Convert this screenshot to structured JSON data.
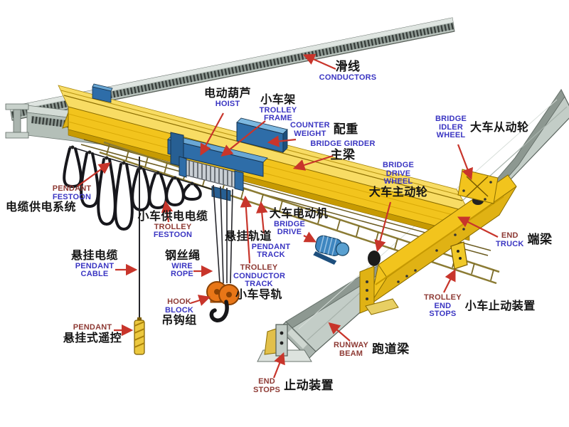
{
  "colors": {
    "c_zh": "#151515",
    "c_blue": "#3a35c2",
    "c_maroon": "#8e3a34",
    "arrow_red": "#c8352b",
    "girder_yellow": "#f2c41d",
    "beam_gray": "#c3cdc7",
    "trolley_blue": "#2e6da8",
    "hook_orange": "#e87617"
  },
  "labels": {
    "conductors": {
      "zh": "滑线",
      "en": "CONDUCTORS"
    },
    "hoist": {
      "zh": "电动葫芦",
      "en": "HOIST"
    },
    "trolley_frame": {
      "zh": "小车架",
      "en1": "TROLLEY",
      "en2": "FRAME"
    },
    "counter_weight": {
      "en1": "COUNTER",
      "en2": "WEIGHT",
      "zh": "配重"
    },
    "bridge_girder": {
      "en": "BRIDGE GIRDER",
      "zh": "主梁"
    },
    "bridge_idler_wheel": {
      "en1": "BRIDGE",
      "en2": "IDLER",
      "en3": "WHEEL",
      "zh": "大车从动轮"
    },
    "bridge_drive_wheel": {
      "en1": "BRIDGE",
      "en2": "DRIVE",
      "en3": "WHEEL",
      "zh": "大车主动轮"
    },
    "pendant_festoon": {
      "en1": "PENDANT",
      "en2": "FESTOON",
      "zh": "电缆供电系统"
    },
    "trolley_festoon": {
      "zh": "小车供电电缆",
      "en1": "TROLLEY",
      "en2": "FESTOON"
    },
    "bridge_drive": {
      "zh": "大车电动机",
      "en1": "BRIDGE",
      "en2": "DRIVE"
    },
    "pendant_track": {
      "zh": "悬挂轨道",
      "en1": "PENDANT",
      "en2": "TRACK"
    },
    "trolley_conductor_track": {
      "en1": "TROLLEY",
      "en2": "CONDUCTOR",
      "en3": "TRACK",
      "zh": "小车导轨"
    },
    "pendant_cable": {
      "zh": "悬挂电缆",
      "en1": "PENDANT",
      "en2": "CABLE"
    },
    "wire_rope": {
      "zh": "钢丝绳",
      "en1": "WIRE",
      "en2": "ROPE"
    },
    "hook_block": {
      "en1": "HOOK",
      "en2": "BLOCK",
      "zh": "吊钩组"
    },
    "pendant_control": {
      "en": "PENDANT",
      "zh": "悬挂式遥控"
    },
    "end_truck": {
      "en1": "END",
      "en2": "TRUCK",
      "zh": "端梁"
    },
    "trolley_end_stops": {
      "en1": "TROLLEY",
      "en2": "END",
      "en3": "STOPS",
      "zh": "小车止动装置"
    },
    "runway_beam": {
      "en1": "RUNWAY",
      "en2": "BEAM",
      "zh": "跑道梁"
    },
    "end_stops": {
      "en1": "END",
      "en2": "STOPS",
      "zh": "止动装置"
    }
  }
}
